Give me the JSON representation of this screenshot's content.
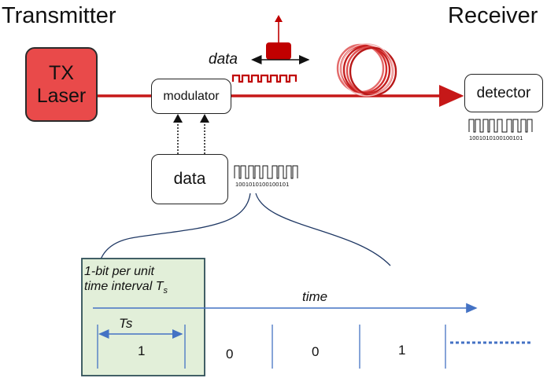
{
  "titles": {
    "transmitter": "Transmitter",
    "receiver": "Receiver"
  },
  "tx_laser": {
    "line1": "TX",
    "line2": "Laser"
  },
  "modulator": {
    "label": "modulator"
  },
  "detector": {
    "label": "detector"
  },
  "data_box": {
    "label": "data"
  },
  "data_slider_label": "data",
  "bit_stream_data": "1001010100100101",
  "bit_stream_detector": "1001010100100101",
  "interval": {
    "caption_line1": "1-bit per unit",
    "caption_line2": "time interval T",
    "caption_sub": "s",
    "time_label": "time",
    "ts_label": "Ts",
    "bits": [
      "1",
      "0",
      "0",
      "1"
    ]
  },
  "colors": {
    "laser_red": "#e94a4a",
    "fiber_red": "#c00000",
    "axis_blue": "#4472c4",
    "interval_green": "#e2efd9"
  }
}
